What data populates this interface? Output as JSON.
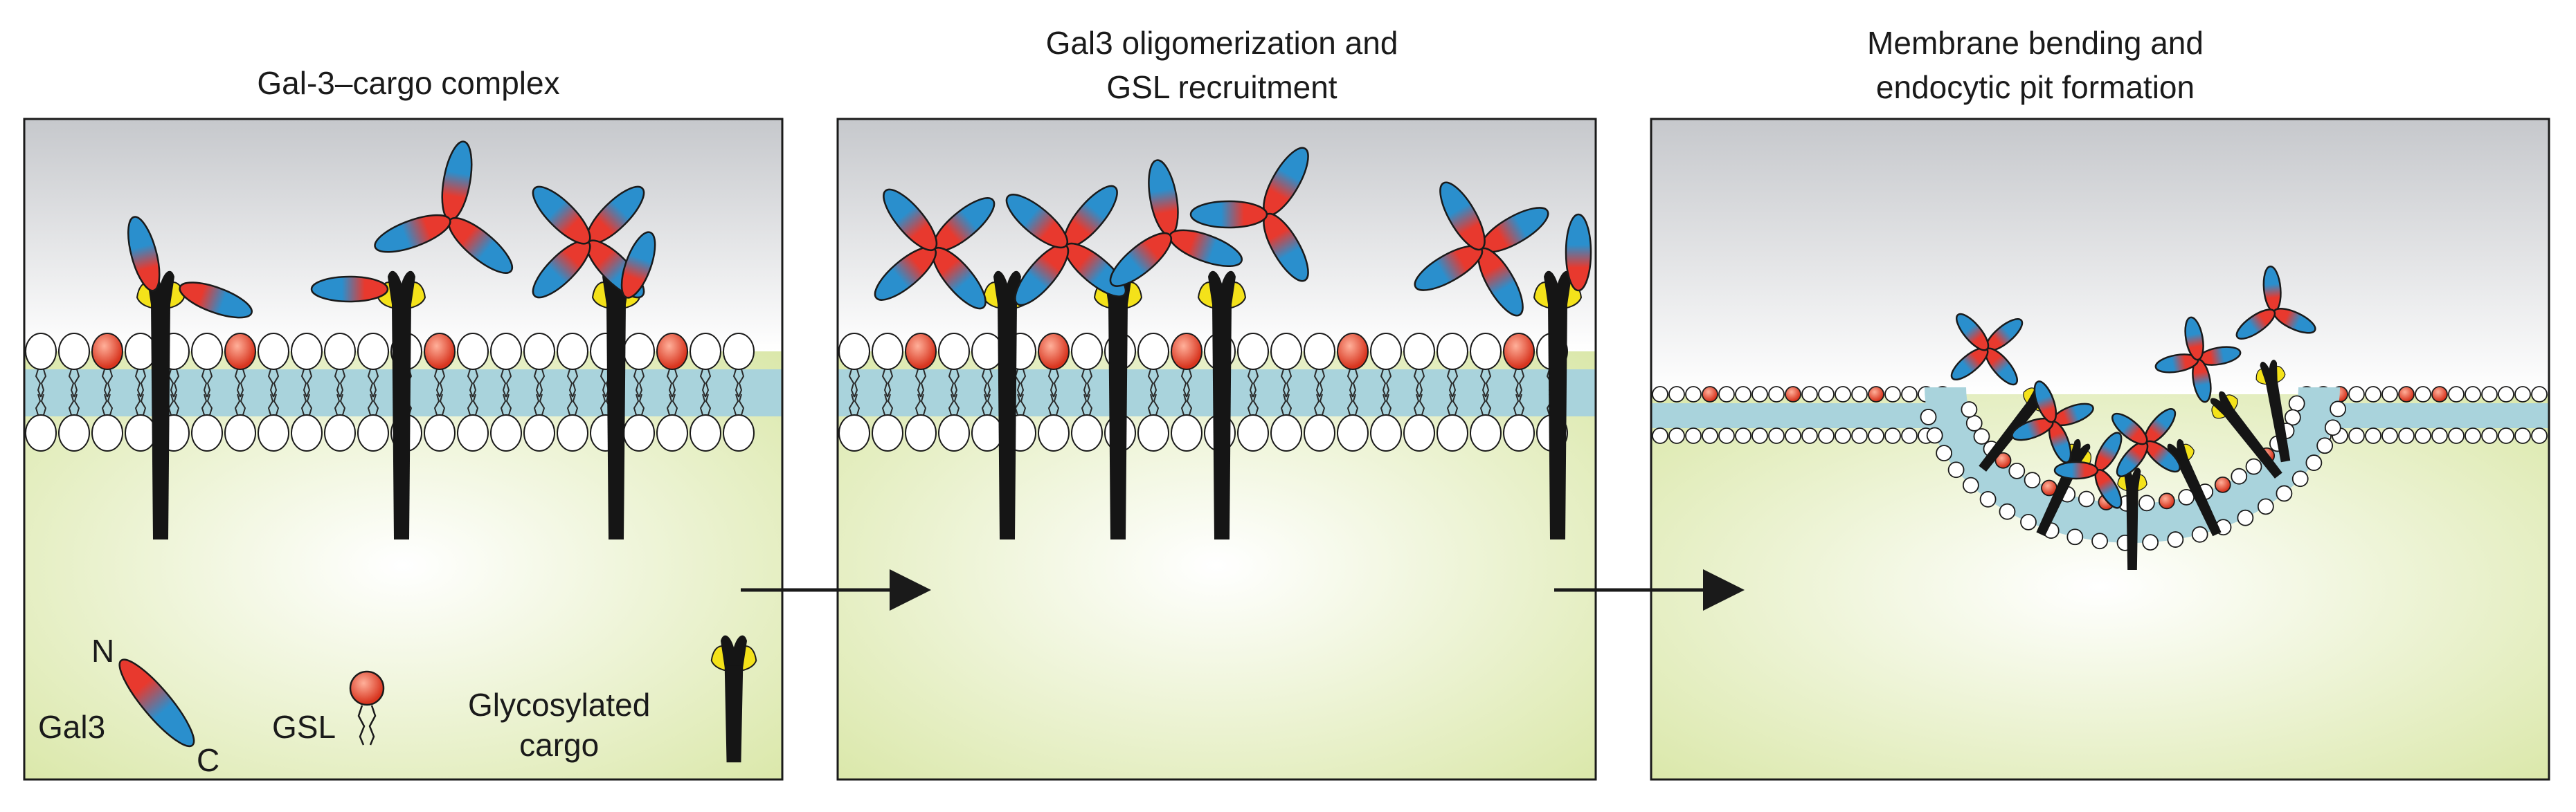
{
  "panels": [
    {
      "title_lines": [
        "Gal-3–cargo complex"
      ]
    },
    {
      "title_lines": [
        "Gal3 oligomerization and",
        "GSL recruitment"
      ]
    },
    {
      "title_lines": [
        "Membrane bending and",
        "endocytic pit formation"
      ]
    }
  ],
  "legend": {
    "gal3_label": "Gal3",
    "n_terminus": "N",
    "c_terminus": "C",
    "gsl_label": "GSL",
    "cargo_label_line1": "Glycosylated",
    "cargo_label_line2": "cargo"
  },
  "colors": {
    "gal3_red": "#e8392e",
    "gal3_blue": "#2a8fcd",
    "gsl_red": "#e0432f",
    "glycan_yellow": "#f4e21a",
    "cargo_black": "#151515",
    "membrane_core": "#a9d3dc",
    "cytoplasm": "#e1ecb8",
    "extracellular": "#c9cbce"
  }
}
